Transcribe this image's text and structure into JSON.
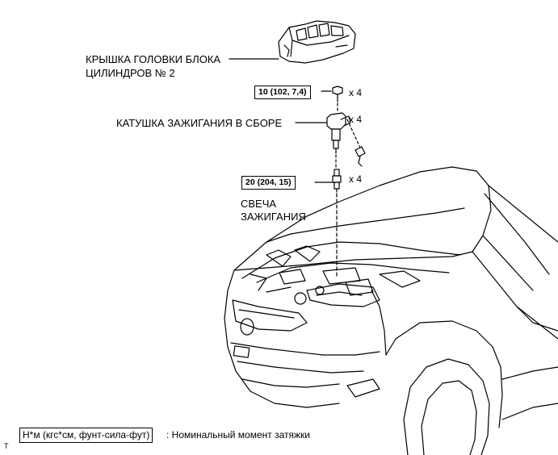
{
  "labels": {
    "cover_line1": "КРЫШКА ГОЛОВКИ БЛОКА",
    "cover_line2": "ЦИЛИНДРОВ № 2",
    "coil": "КАТУШКА ЗАЖИГАНИЯ В СБОРЕ",
    "plug_line1": "СВЕЧА",
    "plug_line2": "ЗАЖИГАНИЯ"
  },
  "torques": {
    "bolt": "10 (102, 7,4)",
    "plug": "20 (204, 15)"
  },
  "quantities": {
    "bolt": "x 4",
    "coil": "x 4",
    "plug": "x 4"
  },
  "legend": {
    "box": "Н*м (кгс*см, фунт-сила-фут)",
    "text": ": Номинальный момент затяжки"
  },
  "corner_mark": "T"
}
